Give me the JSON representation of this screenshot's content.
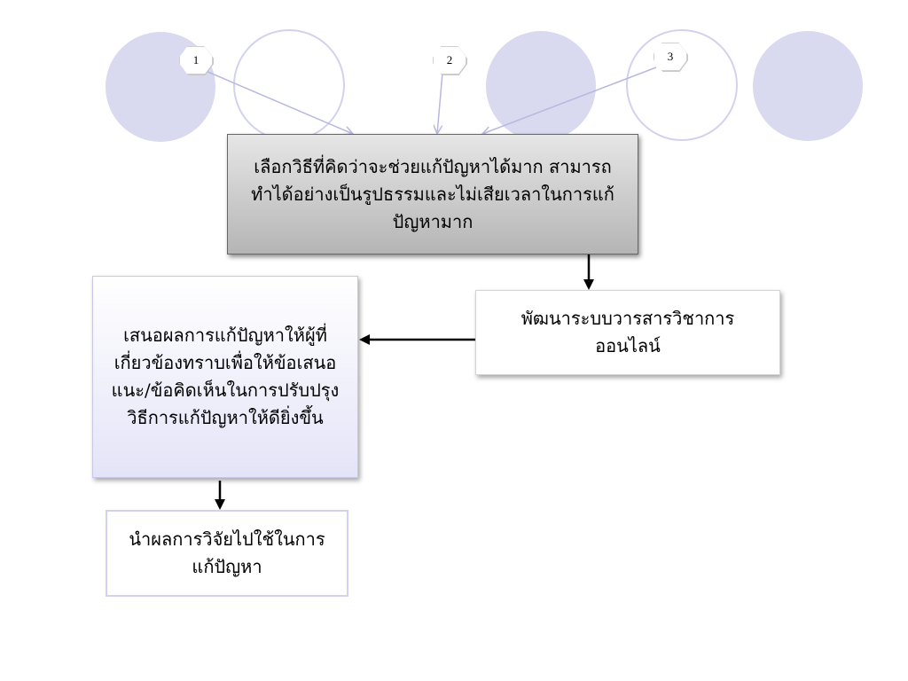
{
  "badges": {
    "one": "1",
    "two": "2",
    "three": "3"
  },
  "boxes": {
    "top": "เลือกวิธีที่คิดว่าจะช่วยแก้ปัญหาได้มาก สามารถทำได้อย่างเป็นรูปธรรมและไม่เสียเวลาในการแก้ปัญหามาก",
    "right": "พัฒนาระบบวารสารวิชาการออนไลน์",
    "left": "เสนอผลการแก้ปัญหาให้ผู้ที่เกี่ยวข้องทราบเพื่อให้ข้อเสนอแนะ/ข้อคิดเห็นในการปรับปรุงวิธีการแก้ปัญหาให้ดียิ่งขึ้น",
    "bottom": "นำผลการวิจัยไปใช้ในการแก้ปัญหา"
  },
  "colors": {
    "circle_fill": "#d9d9ef",
    "circle_outline": "#d2d2ee",
    "top_box_gradient": [
      "#e6e6e6",
      "#b5b5b5"
    ],
    "left_box_gradient": [
      "#ffffff",
      "#e4e4f8"
    ],
    "arrow_thin": "#b8b8e0",
    "arrow_thick": "#000000"
  }
}
